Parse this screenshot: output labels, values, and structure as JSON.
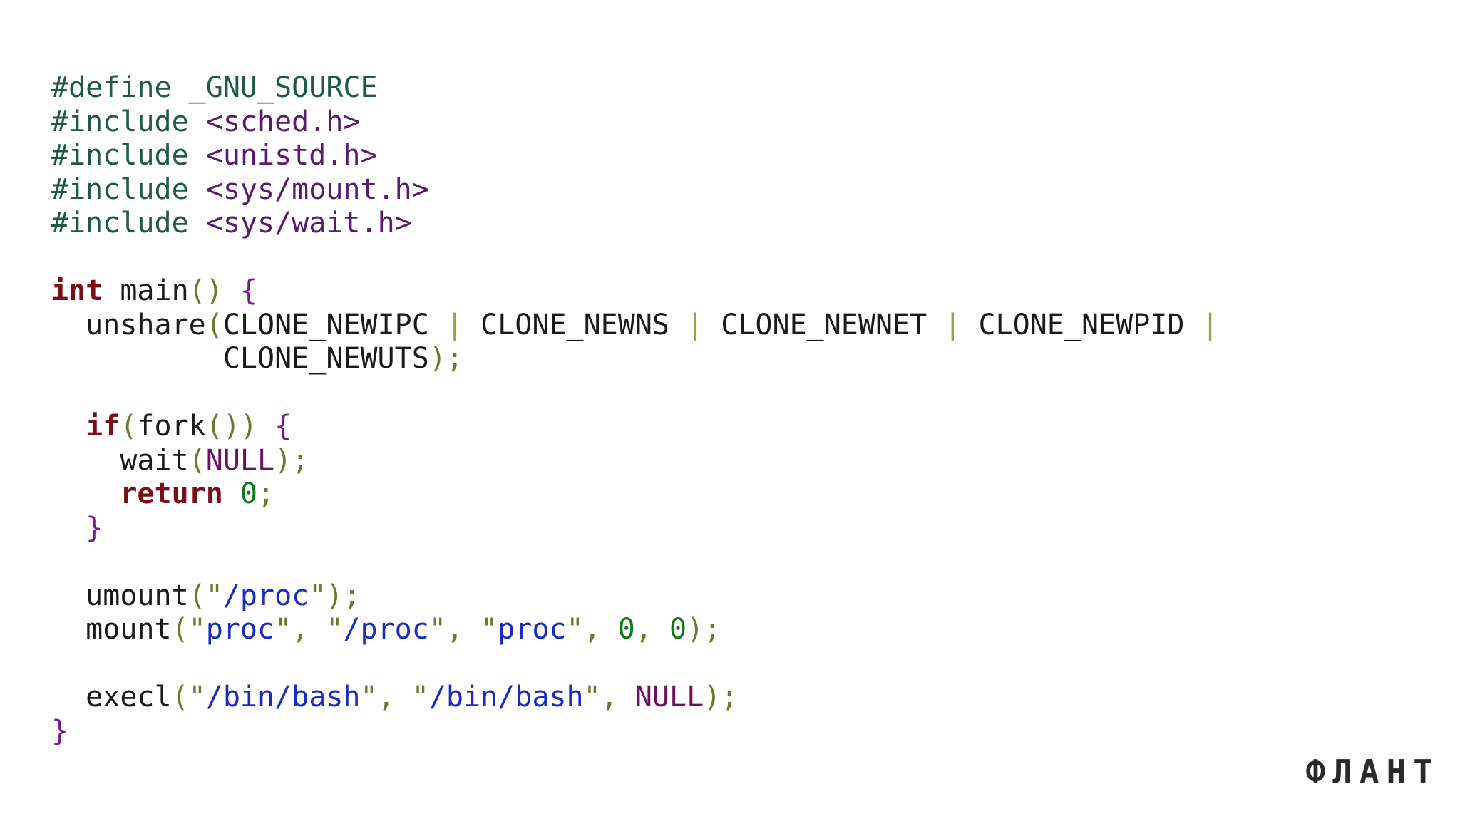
{
  "code": {
    "lines": [
      [
        {
          "t": "#define _GNU_SOURCE",
          "c": "c-pre"
        }
      ],
      [
        {
          "t": "#include ",
          "c": "c-pre"
        },
        {
          "t": "<sched.h>",
          "c": "c-inc"
        }
      ],
      [
        {
          "t": "#include ",
          "c": "c-pre"
        },
        {
          "t": "<unistd.h>",
          "c": "c-inc"
        }
      ],
      [
        {
          "t": "#include ",
          "c": "c-pre"
        },
        {
          "t": "<sys/mount.h>",
          "c": "c-inc"
        }
      ],
      [
        {
          "t": "#include ",
          "c": "c-pre"
        },
        {
          "t": "<sys/wait.h>",
          "c": "c-inc"
        }
      ],
      [],
      [
        {
          "t": "int",
          "c": "c-kw"
        },
        {
          "t": " main",
          "c": "c-fn"
        },
        {
          "t": "()",
          "c": "c-pun"
        },
        {
          "t": " {",
          "c": "c-brc"
        }
      ],
      [
        {
          "t": "  unshare",
          "c": "c-fn"
        },
        {
          "t": "(",
          "c": "c-pun"
        },
        {
          "t": "CLONE_NEWIPC",
          "c": "c-const"
        },
        {
          "t": " | ",
          "c": "c-op"
        },
        {
          "t": "CLONE_NEWNS",
          "c": "c-const"
        },
        {
          "t": " | ",
          "c": "c-op"
        },
        {
          "t": "CLONE_NEWNET",
          "c": "c-const"
        },
        {
          "t": " | ",
          "c": "c-op"
        },
        {
          "t": "CLONE_NEWPID",
          "c": "c-const"
        },
        {
          "t": " |",
          "c": "c-op"
        }
      ],
      [
        {
          "t": "          CLONE_NEWUTS",
          "c": "c-const"
        },
        {
          "t": ");",
          "c": "c-pun"
        }
      ],
      [],
      [
        {
          "t": "  if",
          "c": "c-kw"
        },
        {
          "t": "(",
          "c": "c-pun"
        },
        {
          "t": "fork",
          "c": "c-fn"
        },
        {
          "t": "())",
          "c": "c-pun"
        },
        {
          "t": " {",
          "c": "c-brc"
        }
      ],
      [
        {
          "t": "    wait",
          "c": "c-fn"
        },
        {
          "t": "(",
          "c": "c-pun"
        },
        {
          "t": "NULL",
          "c": "c-null"
        },
        {
          "t": ");",
          "c": "c-pun"
        }
      ],
      [
        {
          "t": "    return",
          "c": "c-kw"
        },
        {
          "t": " 0",
          "c": "c-num"
        },
        {
          "t": ";",
          "c": "c-pun"
        }
      ],
      [
        {
          "t": "  }",
          "c": "c-brc"
        }
      ],
      [],
      [
        {
          "t": "  umount",
          "c": "c-fn"
        },
        {
          "t": "(",
          "c": "c-pun"
        },
        {
          "t": "\"",
          "c": "c-q"
        },
        {
          "t": "/proc",
          "c": "c-str"
        },
        {
          "t": "\"",
          "c": "c-q"
        },
        {
          "t": ");",
          "c": "c-pun"
        }
      ],
      [
        {
          "t": "  mount",
          "c": "c-fn"
        },
        {
          "t": "(",
          "c": "c-pun"
        },
        {
          "t": "\"",
          "c": "c-q"
        },
        {
          "t": "proc",
          "c": "c-str"
        },
        {
          "t": "\", \"",
          "c": "c-q"
        },
        {
          "t": "/proc",
          "c": "c-str"
        },
        {
          "t": "\", \"",
          "c": "c-q"
        },
        {
          "t": "proc",
          "c": "c-str"
        },
        {
          "t": "\", ",
          "c": "c-q"
        },
        {
          "t": "0",
          "c": "c-num"
        },
        {
          "t": ", ",
          "c": "c-pun"
        },
        {
          "t": "0",
          "c": "c-num"
        },
        {
          "t": ");",
          "c": "c-pun"
        }
      ],
      [],
      [
        {
          "t": "  execl",
          "c": "c-fn"
        },
        {
          "t": "(",
          "c": "c-pun"
        },
        {
          "t": "\"",
          "c": "c-q"
        },
        {
          "t": "/bin/bash",
          "c": "c-str"
        },
        {
          "t": "\", \"",
          "c": "c-q"
        },
        {
          "t": "/bin/bash",
          "c": "c-str"
        },
        {
          "t": "\", ",
          "c": "c-q"
        },
        {
          "t": "NULL",
          "c": "c-null"
        },
        {
          "t": ");",
          "c": "c-pun"
        }
      ],
      [
        {
          "t": "}",
          "c": "c-brc"
        }
      ]
    ]
  },
  "logo": {
    "text": "ФЛАНТ"
  }
}
